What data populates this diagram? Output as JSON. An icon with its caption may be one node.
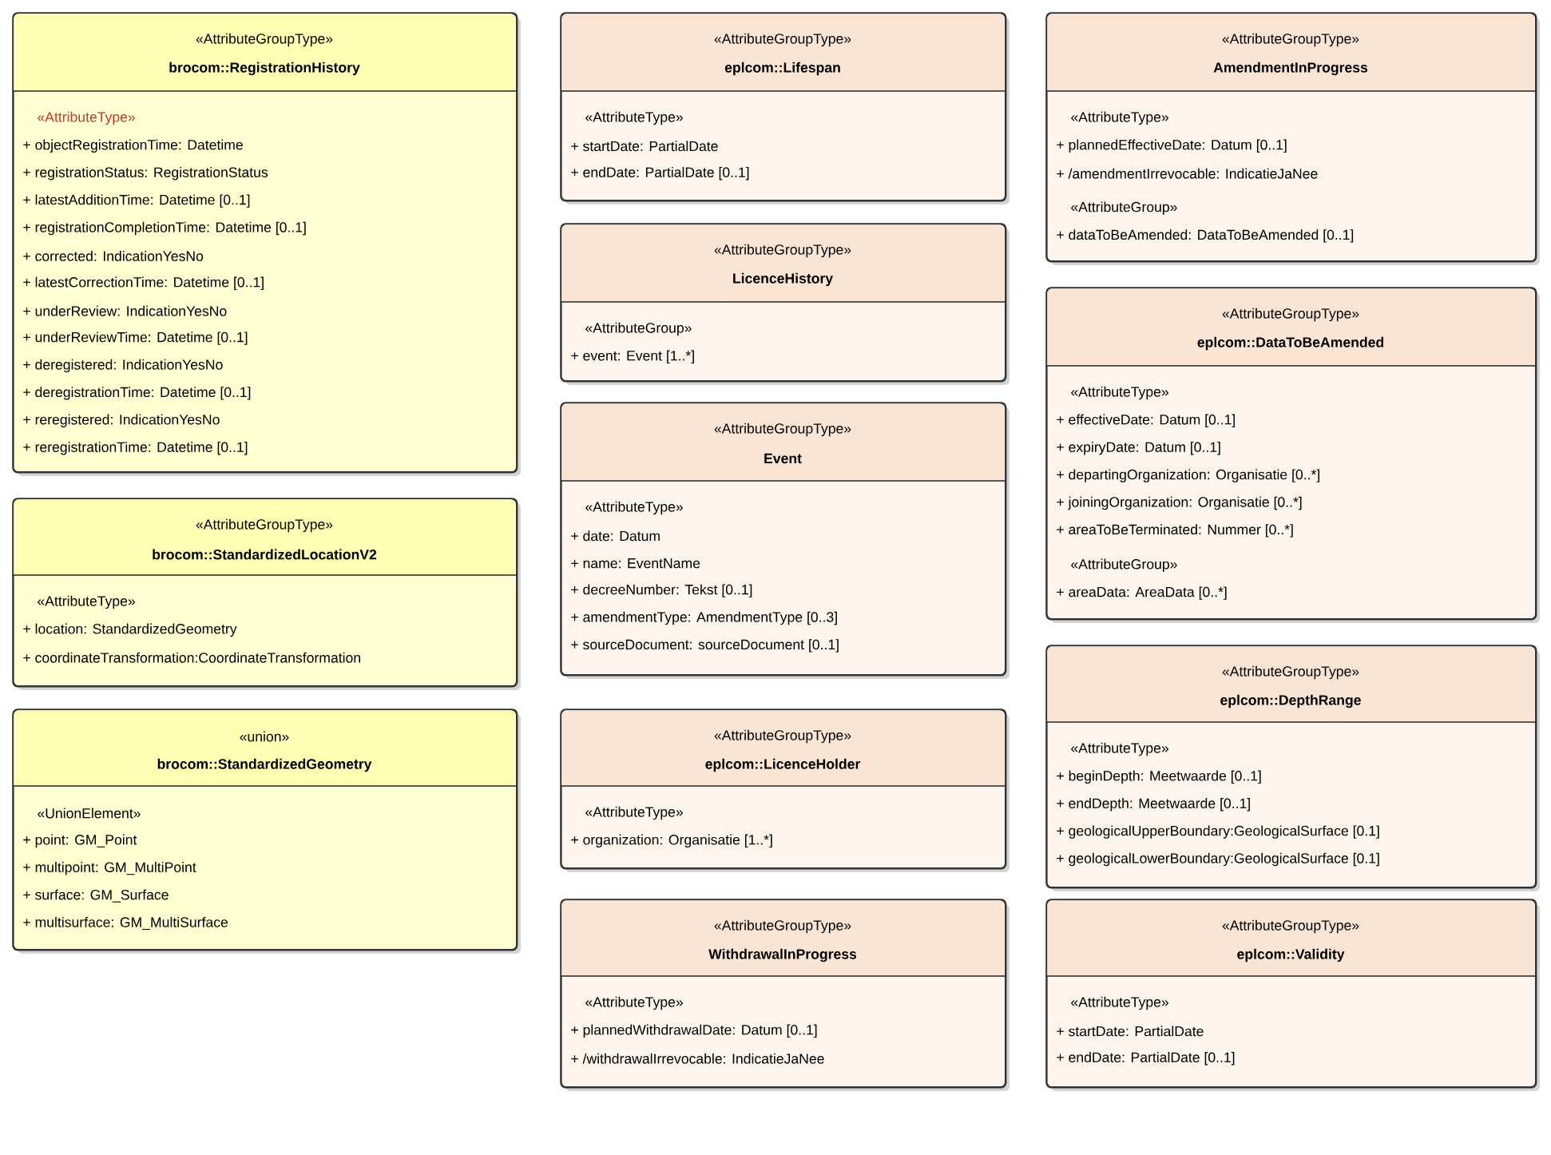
{
  "diagram": {
    "nodes": [
      {
        "text": [
          "«AttributeGroupType»",
          "brocom::RegistrationHistory",
          "«AttributeType»",
          "+ objectRegistrationTime: Datetime",
          "+ registrationStatus: RegistrationStatus",
          "+ latestAdditionTime: Datetime [0..1]",
          "+ registrationCompletionTime: Datetime [0..1]",
          "+ corrected: IndicationYesNo",
          "+ latestCorrectionTime: Datetime [0..1]",
          "+ underReview: IndicationYesNo",
          "+ underReviewTime: Datetime [0..1]",
          "+ deregistered: IndicationYesNo",
          "+ deregistrationTime: Datetime [0..1]",
          "+ reregistered: IndicationYesNo",
          "+ reregistrationTime: Datetime [0..1]"
        ]
      },
      {
        "text": [
          "«AttributeGroupType»",
          "brocom::StandardizedLocationV2",
          "«AttributeType»",
          "+ location: StandardizedGeometry",
          "+ coordinateTransformation:CoordinateTransformation"
        ]
      },
      {
        "text": [
          "«union»",
          "brocom::StandardizedGeometry",
          "«UnionElement»",
          "+ point: GM_Point",
          "+ multipoint: GM_MultiPoint",
          "+ surface: GM_Surface",
          "+ multisurface: GM_MultiSurface"
        ]
      },
      {
        "text": [
          "«AttributeGroupType»",
          "eplcom::Lifespan",
          "«AttributeType»",
          "+ startDate: PartialDate",
          "+ endDate: PartialDate [0..1]"
        ]
      },
      {
        "text": [
          "«AttributeGroupType»",
          "LicenceHistory",
          "«AttributeGroup»",
          "+ event: Event [1..*]"
        ]
      },
      {
        "text": [
          "«AttributeGroupType»",
          "Event",
          "«AttributeType»",
          "+ date: Datum",
          "+ name: EventName",
          "+ decreeNumber: Tekst [0..1]",
          "+ amendmentType: AmendmentType [0..3]",
          "+ sourceDocument: sourceDocument [0..1]"
        ]
      },
      {
        "text": [
          "«AttributeGroupType»",
          "eplcom::LicenceHolder",
          "«AttributeType»",
          "+ organization: Organisatie [1..*]"
        ]
      },
      {
        "text": [
          "«AttributeGroupType»",
          "WithdrawalInProgress",
          "«AttributeType»",
          "+ plannedWithdrawalDate: Datum [0..1]",
          "+ /withdrawalIrrevocable: IndicatieJaNee"
        ]
      },
      {
        "text": [
          "«AttributeGroupType»",
          "AmendmentInProgress",
          "«AttributeType»",
          "+ plannedEffectiveDate: Datum [0..1]",
          "+ /amendmentIrrevocable: IndicatieJaNee",
          "«AttributeGroup»",
          "+ dataToBeAmended: DataToBeAmended [0..1]"
        ]
      },
      {
        "text": [
          "«AttributeGroupType»",
          "eplcom::DataToBeAmended",
          "«AttributeType»",
          "+ effectiveDate: Datum [0..1]",
          "+ expiryDate: Datum [0..1]",
          "+ departingOrganization: Organisatie [0..*]",
          "+ joiningOrganization: Organisatie [0..*]",
          "+ areaToBeTerminated: Nummer [0..*]",
          "«AttributeGroup»",
          "+ areaData: AreaData [0..*]"
        ]
      },
      {
        "text": [
          "«AttributeGroupType»",
          "eplcom::DepthRange",
          "«AttributeType»",
          "+ beginDepth: Meetwaarde [0..1]",
          "+ endDepth: Meetwaarde [0..1]",
          "+ geologicalUpperBoundary:GeologicalSurface [0.1]",
          "+ geologicalLowerBoundary:GeologicalSurface [0.1]"
        ]
      },
      {
        "text": [
          "«AttributeGroupType»",
          "eplcom::Validity",
          "«AttributeType»",
          "+ startDate: PartialDate",
          "+ endDate: PartialDate [0..1]"
        ]
      }
    ]
  }
}
